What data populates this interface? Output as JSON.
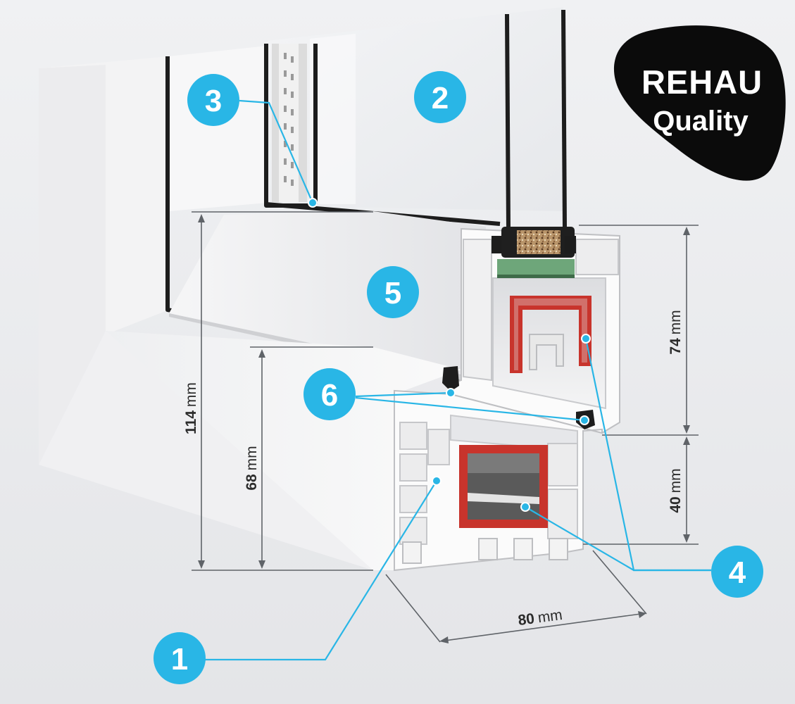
{
  "brand": {
    "line1": "REHAU",
    "line2": "Quality"
  },
  "callouts": [
    {
      "id": "1",
      "label": "1"
    },
    {
      "id": "2",
      "label": "2"
    },
    {
      "id": "3",
      "label": "3"
    },
    {
      "id": "4",
      "label": "4"
    },
    {
      "id": "5",
      "label": "5"
    },
    {
      "id": "6",
      "label": "6"
    }
  ],
  "dimensions": {
    "total_height": {
      "value": "114",
      "unit": "mm"
    },
    "frame_height": {
      "value": "68",
      "unit": "mm"
    },
    "sash_height": {
      "value": "74",
      "unit": "mm"
    },
    "frame_lower_height": {
      "value": "40",
      "unit": "mm"
    },
    "depth": {
      "value": "80",
      "unit": "mm"
    }
  },
  "colors": {
    "accent": "#29b6e6",
    "badge_bg": "#0b0b0b",
    "reinforcement": "#c8342c",
    "seal": "#1d1d1d",
    "glass_spacer": "#6ea67a"
  }
}
